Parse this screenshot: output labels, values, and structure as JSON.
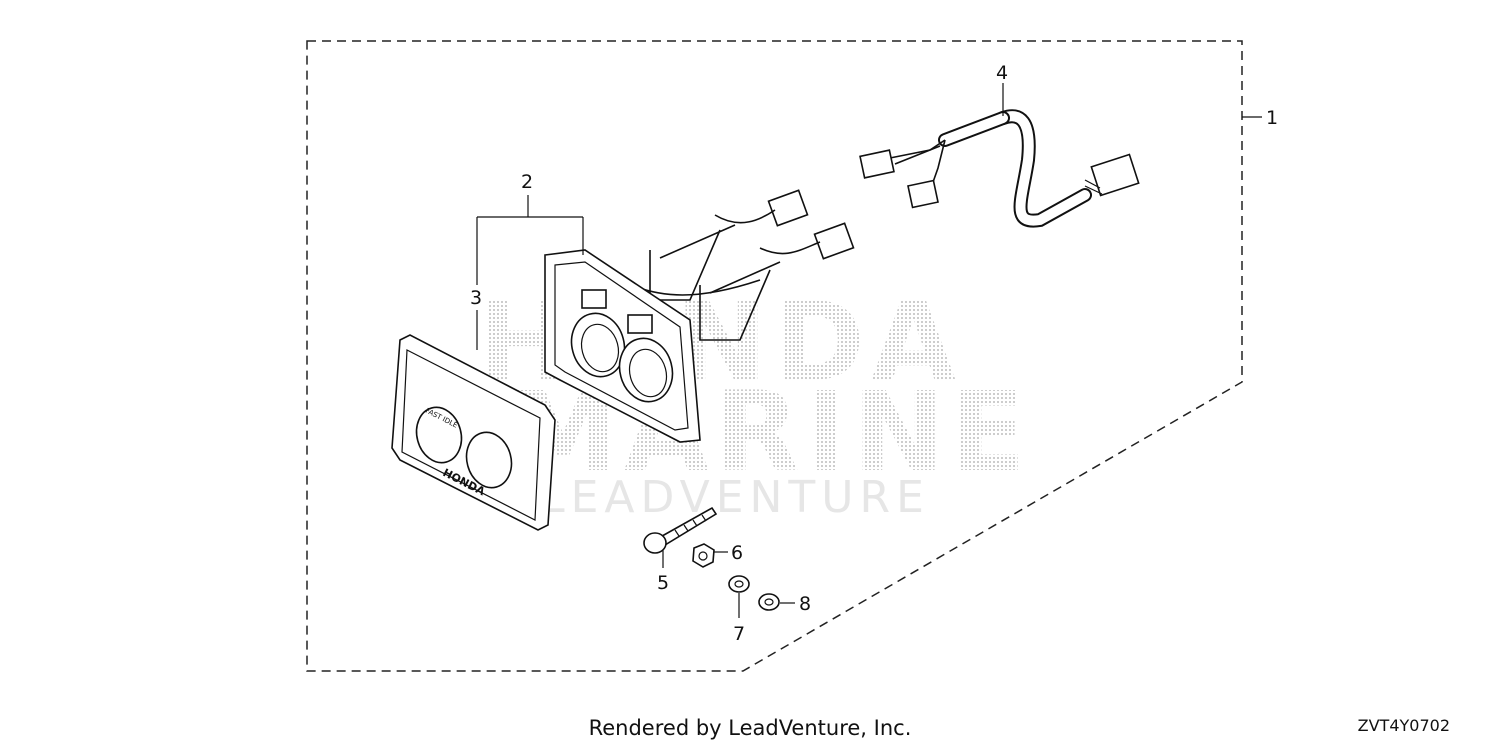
{
  "watermark": {
    "line1": "HONDA",
    "line2": "MARINE",
    "line3": "LEADVENTURE"
  },
  "callouts": {
    "c1": "1",
    "c2": "2",
    "c3": "3",
    "c4": "4",
    "c5": "5",
    "c6": "6",
    "c7": "7",
    "c8": "8"
  },
  "panel": {
    "label_fast_idle": "FAST IDLE",
    "brand": "HONDA"
  },
  "footer": {
    "rendered_by": "Rendered by LeadVenture, Inc.",
    "diagram_code": "ZVT4Y0702"
  }
}
